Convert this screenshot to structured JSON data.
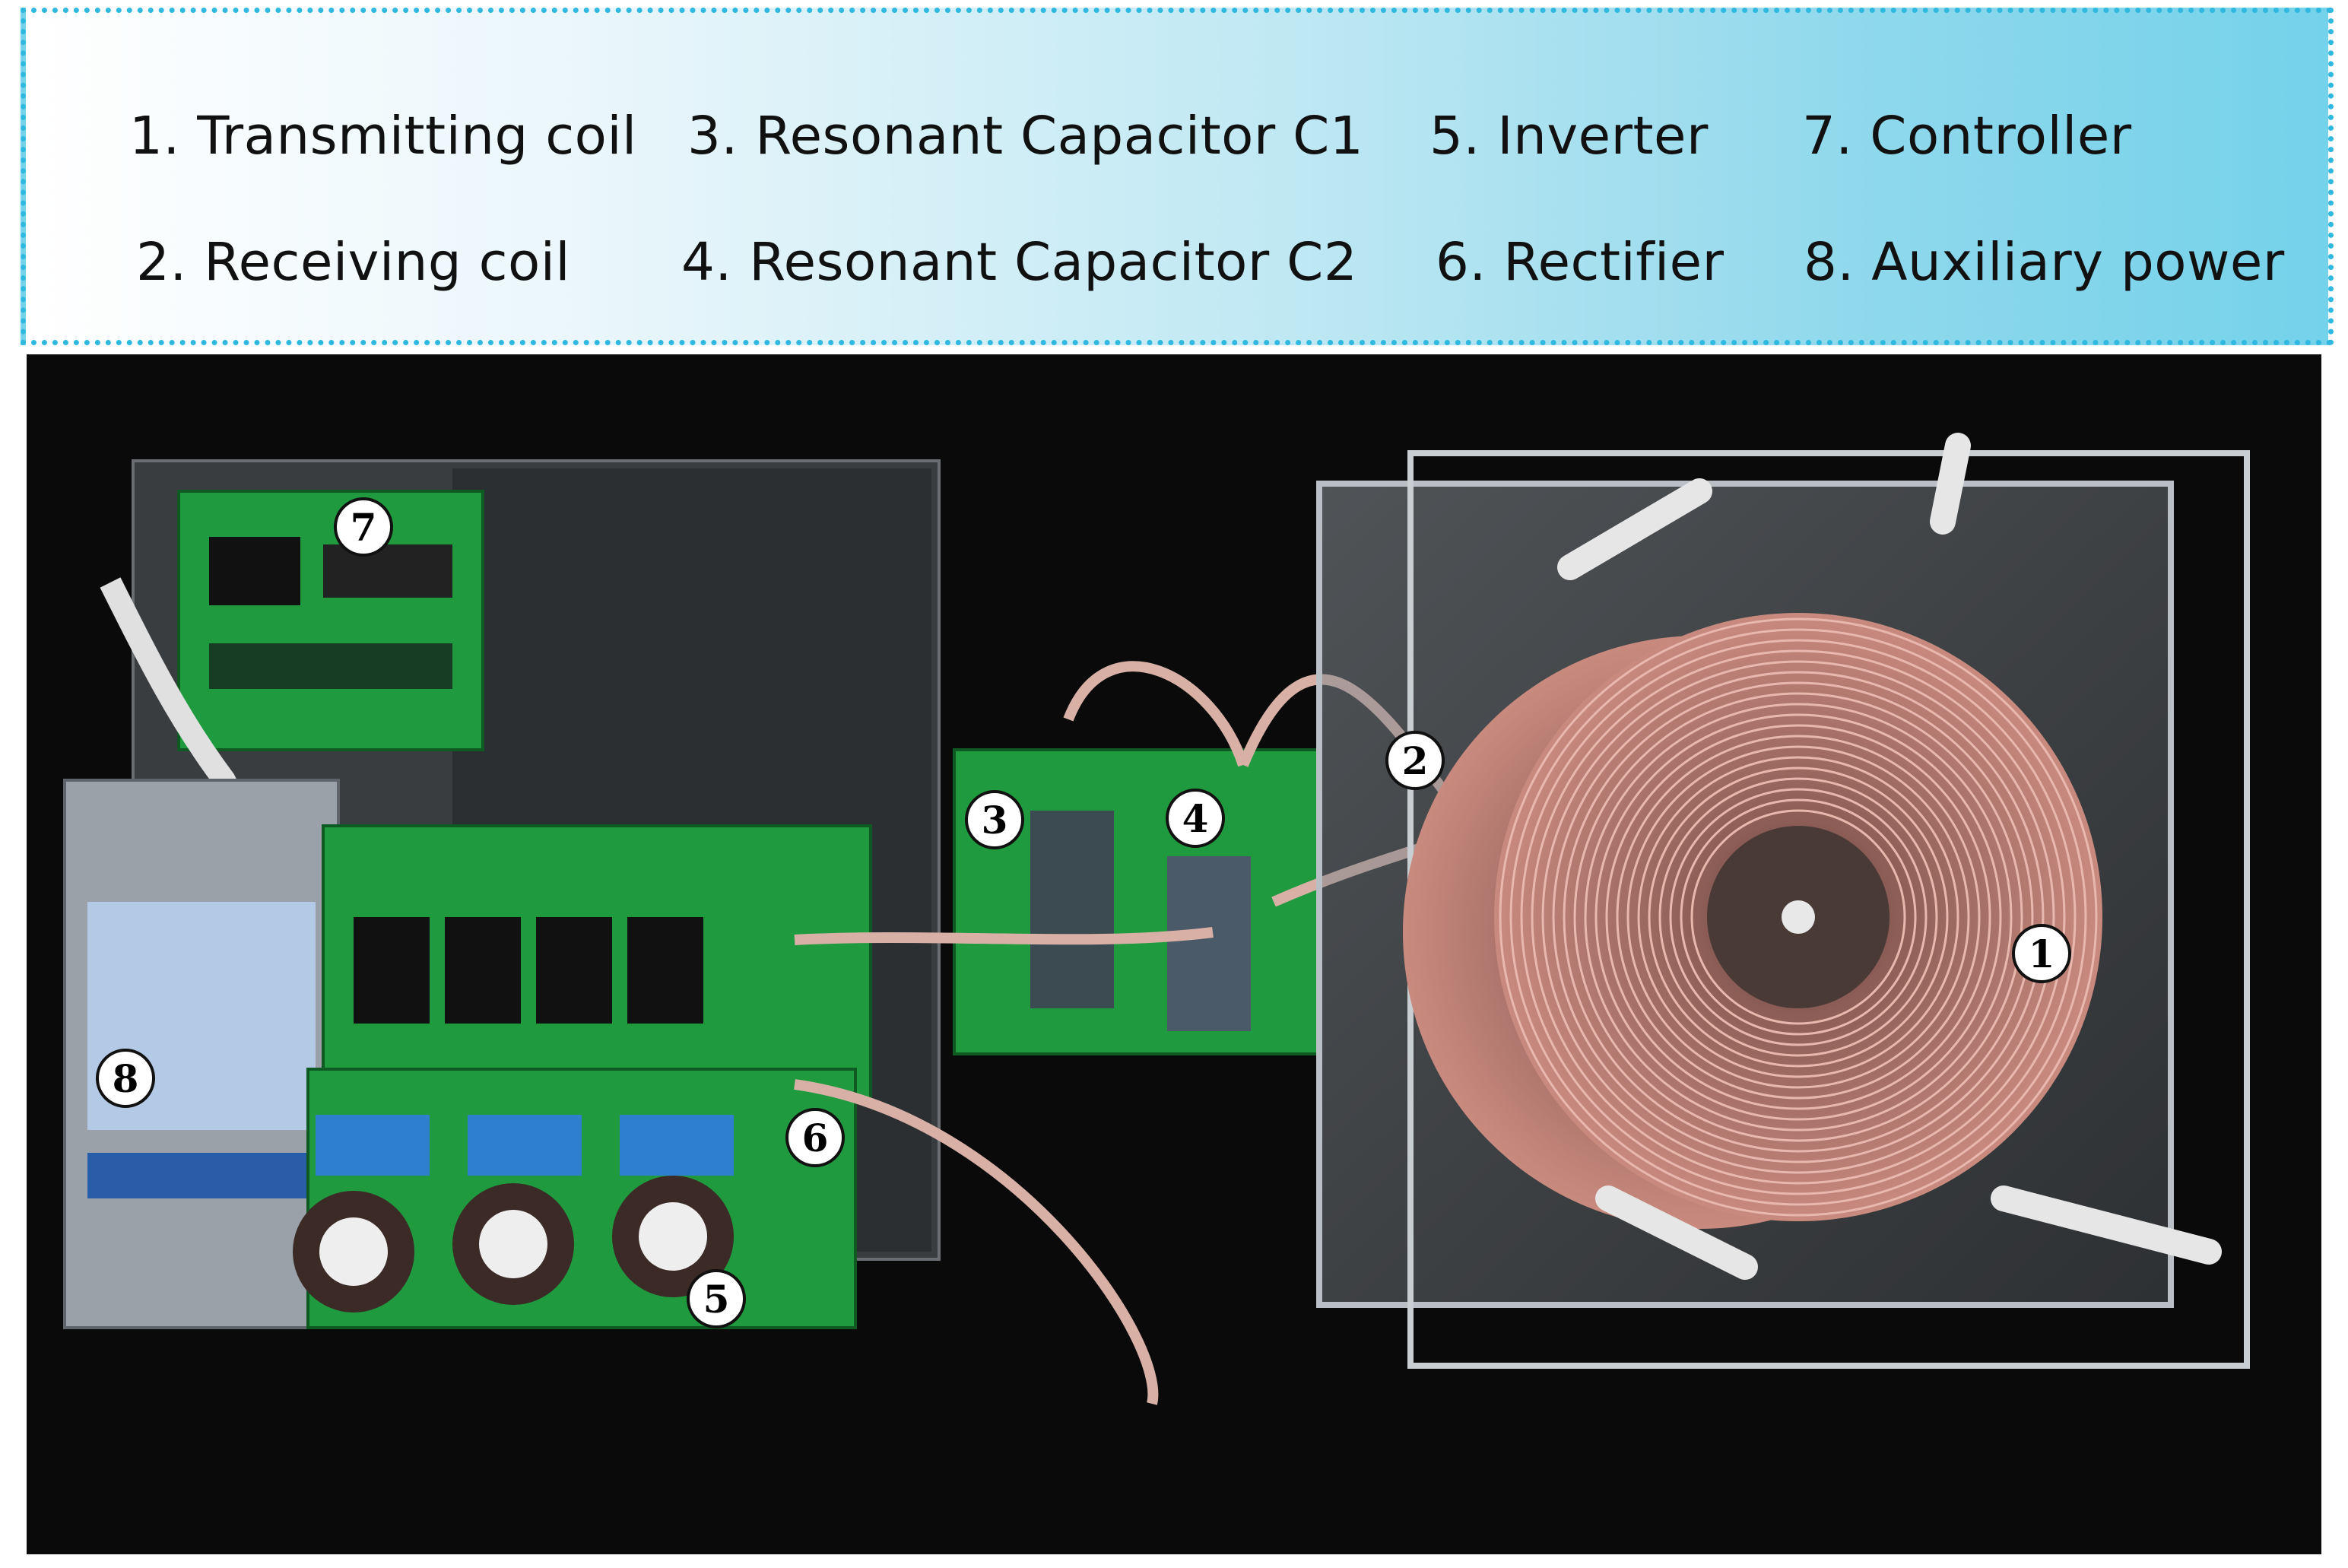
{
  "legend": {
    "items": [
      "1. Transmitting coil",
      "2. Receiving coil",
      "3. Resonant Capacitor C1",
      "4. Resonant Capacitor C2",
      "5. Inverter",
      "6. Rectifier",
      "7. Controller",
      "8. Auxiliary power"
    ],
    "border_color": "#2fb8e0",
    "gradient_colors": [
      "#ffffff",
      "#74d2ea"
    ]
  },
  "photo": {
    "badges": [
      "1",
      "2",
      "3",
      "4",
      "5",
      "6",
      "7",
      "8"
    ],
    "colors": {
      "background": "#0a0a0a",
      "pcb": "#1f9a3f",
      "coil": "#c98a7e",
      "capacitor": "#2f7fd0"
    }
  }
}
